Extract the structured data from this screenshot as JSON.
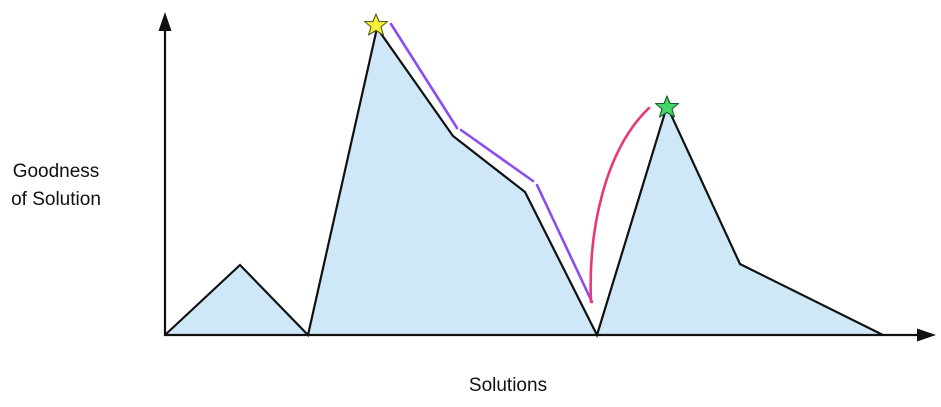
{
  "diagram": {
    "y_axis_label": {
      "line1": "Goodness",
      "line2": "of Solution"
    },
    "x_axis_label": "Solutions",
    "colors": {
      "landscape_fill": "#cfe8f8",
      "landscape_stroke": "#111111",
      "axis": "#111111",
      "path_purple": "#8c4df0",
      "path_pink": "#e8387a",
      "star_yellow": "#f7ef3a",
      "star_green": "#43d666"
    },
    "icons": {
      "global_peak_marker": "yellow-star-icon",
      "local_peak_marker": "green-star-icon"
    }
  }
}
